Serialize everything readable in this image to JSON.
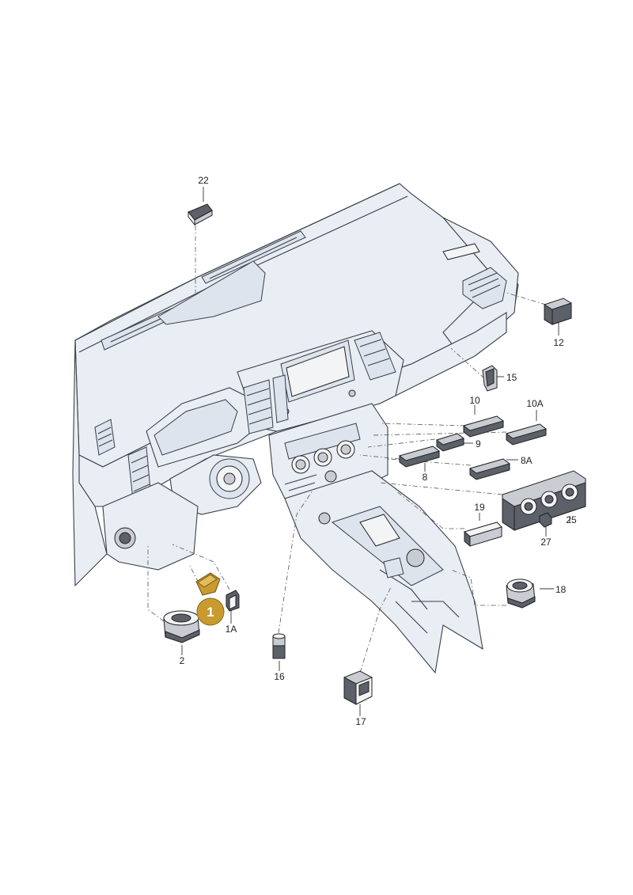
{
  "diagram": {
    "labels": {
      "l22": "22",
      "l12": "12",
      "l15": "15",
      "l10": "10",
      "l10a": "10A",
      "l9": "9",
      "l8a": "8A",
      "l8": "8",
      "l19": "19",
      "l25": "25",
      "l27": "27",
      "l18": "18",
      "l1a": "1A",
      "l2": "2",
      "l16": "16",
      "l17": "17"
    },
    "highlight": {
      "number": "1",
      "color": "#c99a2e"
    }
  }
}
